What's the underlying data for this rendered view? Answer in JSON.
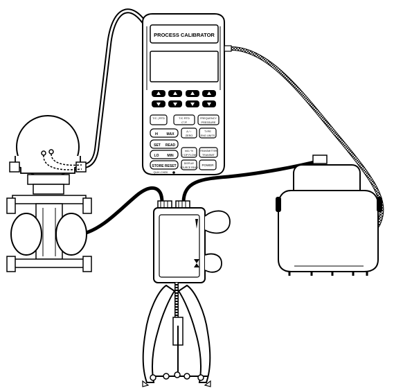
{
  "calibrator": {
    "title": "PROCESS CALIBRATOR",
    "keys": {
      "k1": "T/C | RTD",
      "k2": "T/C RTD",
      "k2b": "C°/F",
      "k3a": "FREQUENCY",
      "k3b": "PRESSURE",
      "k4": "H",
      "k5": "MAX",
      "k6a": "Δ / ↑",
      "k6b": "ZERO",
      "k7a": "TYPE",
      "k7b": "ENG UNITS",
      "k8": "SET",
      "k9": "READ",
      "k10": "LO",
      "k11": "MIN",
      "k12a": "mA / %",
      "k12b": "√ DP FLOW",
      "k13a": "TRANSMITTER",
      "k13b": "TRANSMIT",
      "k14": "STORE RESET",
      "k15a": "DISPLAY",
      "k15b": "SOURCE READ",
      "k16": "POWER",
      "foot": "QUIK-CHEK"
    }
  },
  "colors": {
    "ink": "#000000",
    "paper": "#ffffff",
    "key_dark": "#000000"
  }
}
